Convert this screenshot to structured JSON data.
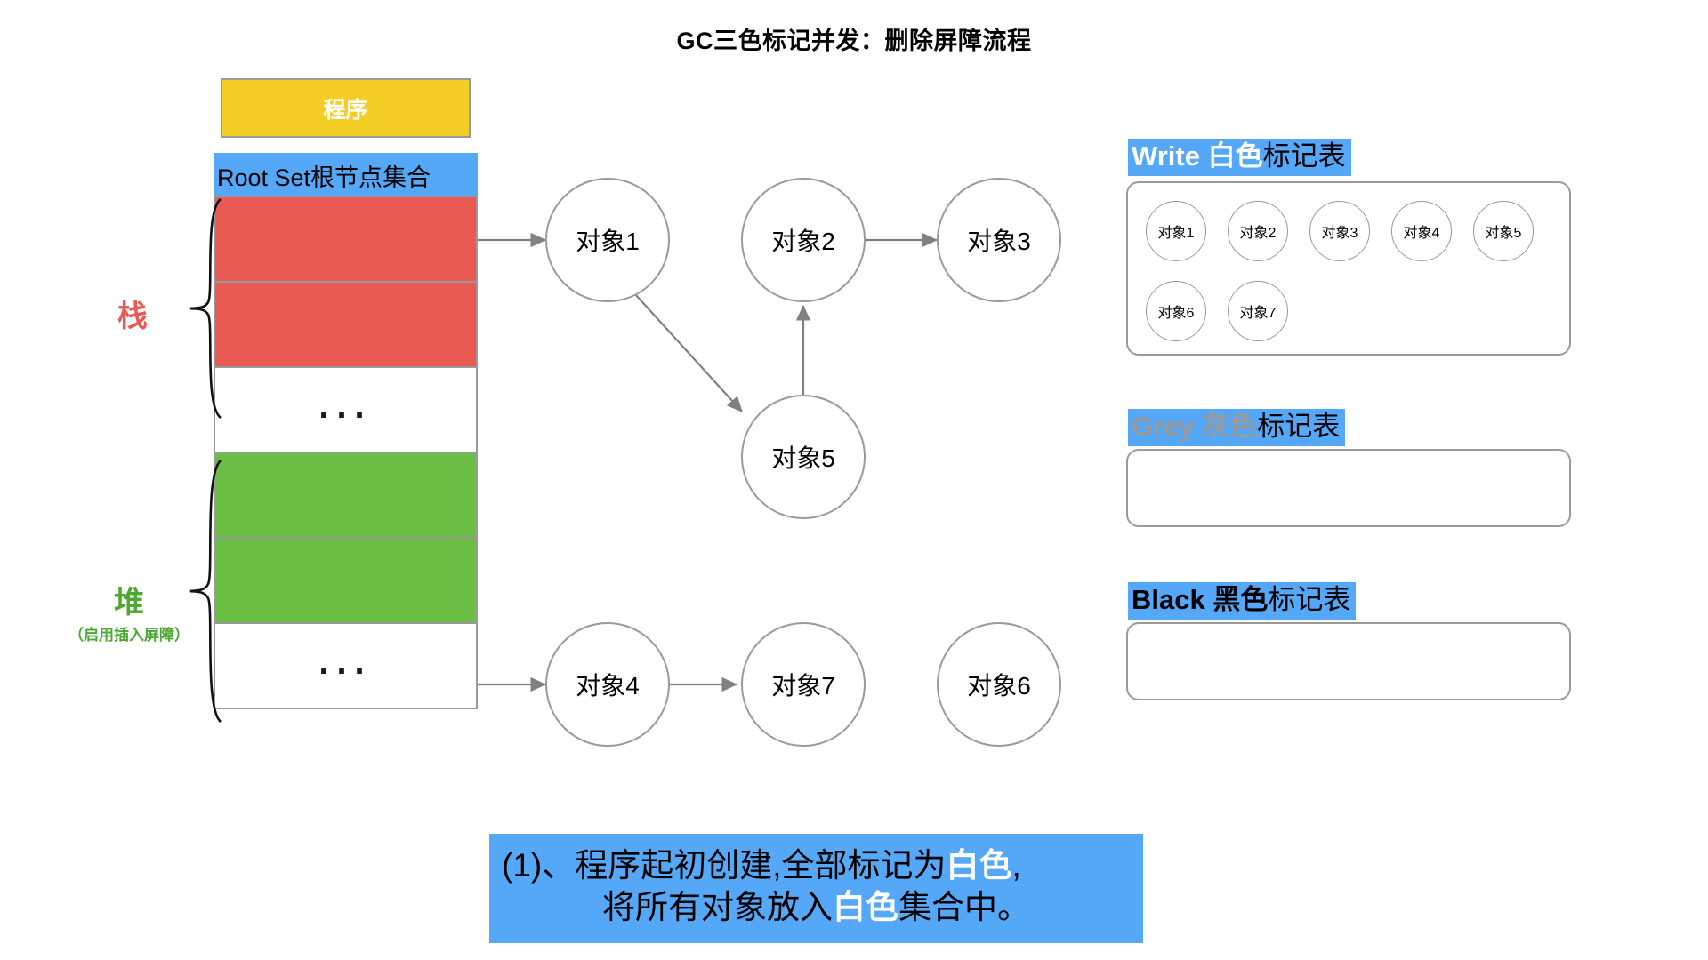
{
  "title": "GC三色标记并发：删除屏障流程",
  "memory": {
    "program_label": "程序",
    "rootset_label": "Root Set根节点集合",
    "cells": [
      {
        "kind": "red",
        "text": ""
      },
      {
        "kind": "red",
        "text": ""
      },
      {
        "kind": "blank",
        "text": "..."
      },
      {
        "kind": "green",
        "text": ""
      },
      {
        "kind": "green",
        "text": ""
      },
      {
        "kind": "blank",
        "text": "..."
      }
    ],
    "stack_label": "栈",
    "heap_label": "堆",
    "heap_sublabel": "（启用插入屏障）"
  },
  "graph": {
    "nodes": [
      {
        "id": "obj1",
        "label": "对象1"
      },
      {
        "id": "obj2",
        "label": "对象2"
      },
      {
        "id": "obj3",
        "label": "对象3"
      },
      {
        "id": "obj5",
        "label": "对象5"
      },
      {
        "id": "obj4",
        "label": "对象4"
      },
      {
        "id": "obj7",
        "label": "对象7"
      },
      {
        "id": "obj6",
        "label": "对象6"
      }
    ],
    "edges": [
      {
        "from": "rootset-stack",
        "to": "obj1"
      },
      {
        "from": "obj1",
        "to": "obj5"
      },
      {
        "from": "obj5",
        "to": "obj2"
      },
      {
        "from": "obj2",
        "to": "obj3"
      },
      {
        "from": "rootset-heap",
        "to": "obj4"
      },
      {
        "from": "obj4",
        "to": "obj7"
      }
    ]
  },
  "tables": [
    {
      "id": "white",
      "title_en": "Write",
      "title_color_cn": "白色",
      "title_suffix": "标记表",
      "en_style": "white",
      "items": [
        "对象1",
        "对象2",
        "对象3",
        "对象4",
        "对象5",
        "对象6",
        "对象7"
      ]
    },
    {
      "id": "grey",
      "title_en": "Grey",
      "title_color_cn": "灰色",
      "title_suffix": "标记表",
      "en_style": "grey",
      "items": []
    },
    {
      "id": "black",
      "title_en": "Black",
      "title_color_cn": "黑色",
      "title_suffix": "标记表",
      "en_style": "black",
      "items": []
    }
  ],
  "caption": {
    "line1_a": "(1)、程序起初创建,全部标记为",
    "line1_hl": "白色",
    "line1_b": ",",
    "line2_a": "将所有对象放入",
    "line2_hl": "白色",
    "line2_b": "集合中。"
  },
  "colors": {
    "yellow": "#F4CE27",
    "blue": "#55A8F8",
    "red": "#E95A54",
    "green": "#6CBE45",
    "stroke": "#9a9a9a",
    "arrow": "#808080"
  }
}
